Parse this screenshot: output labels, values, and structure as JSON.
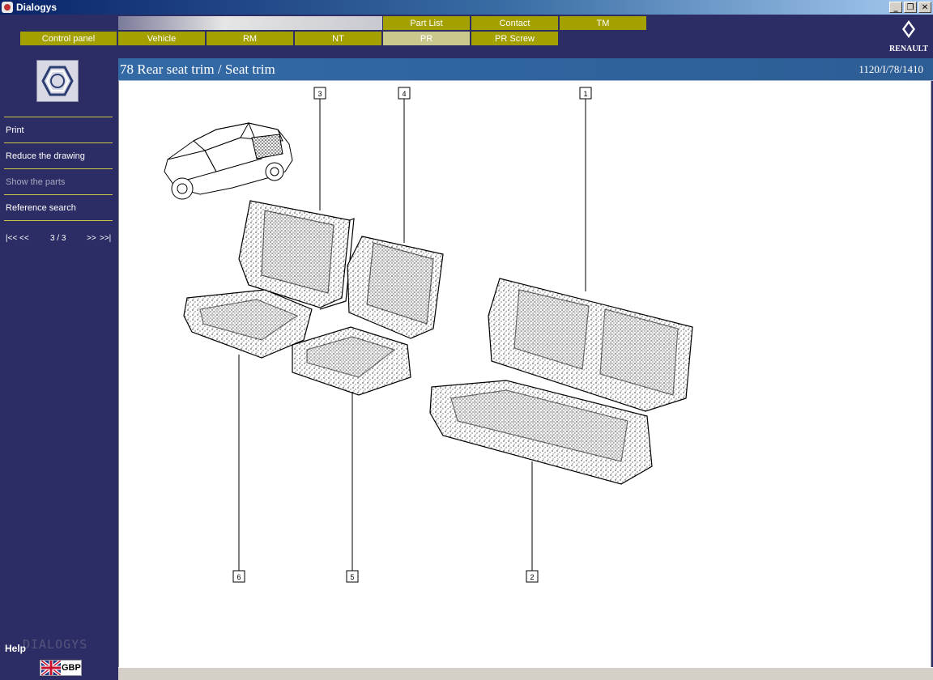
{
  "window": {
    "title": "Dialogys"
  },
  "nav": {
    "row1": [
      "Part List",
      "Contact",
      "TM"
    ],
    "row2": [
      "Control panel",
      "Vehicle",
      "RM",
      "NT",
      "PR",
      "PR Screw"
    ],
    "active": "PR"
  },
  "brand": {
    "name": "RENAULT"
  },
  "sidebar": {
    "items": [
      {
        "label": "Print",
        "enabled": true
      },
      {
        "label": "Reduce the drawing",
        "enabled": true
      },
      {
        "label": "Show the parts",
        "enabled": false
      },
      {
        "label": "Reference search",
        "enabled": true
      }
    ],
    "pager": {
      "first": "|<<",
      "prev": "<<",
      "position": "3 / 3",
      "next": ">>",
      "last": ">>|"
    },
    "help": "Help",
    "watermark": "DIALOGYS",
    "language": "GBP"
  },
  "page": {
    "title": "78 Rear seat trim / Seat trim",
    "reference": "1120/I/78/1410"
  },
  "drawing": {
    "callouts": [
      "3",
      "4",
      "1",
      "6",
      "5",
      "2"
    ]
  }
}
